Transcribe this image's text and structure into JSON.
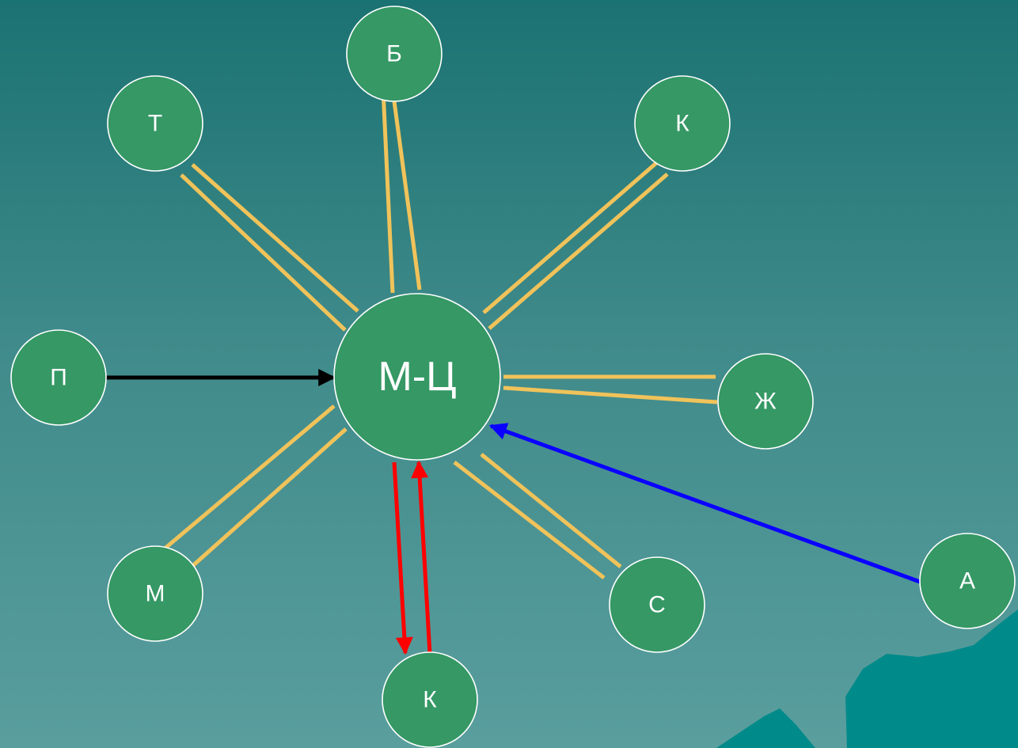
{
  "diagram": {
    "colors": {
      "node_fill": "#359865",
      "node_stroke": "#ffffff",
      "label": "#ffffff",
      "arrow_yellow": "#f0c35a",
      "arrow_black": "#000000",
      "arrow_red": "#ff0000",
      "arrow_blue": "#0a00ff",
      "decoration": "#008a8a"
    },
    "nodes": [
      {
        "id": "center",
        "label": "М-Ц"
      },
      {
        "id": "b",
        "label": "Б"
      },
      {
        "id": "t",
        "label": "Т"
      },
      {
        "id": "k_top",
        "label": "К"
      },
      {
        "id": "p",
        "label": "П"
      },
      {
        "id": "zh",
        "label": "Ж"
      },
      {
        "id": "m",
        "label": "М"
      },
      {
        "id": "s",
        "label": "С"
      },
      {
        "id": "a",
        "label": "А"
      },
      {
        "id": "k_bottom",
        "label": "К"
      }
    ],
    "edges": [
      {
        "from": "t",
        "to": "center",
        "color": "yellow"
      },
      {
        "from": "center",
        "to": "t",
        "color": "yellow"
      },
      {
        "from": "b",
        "to": "center",
        "color": "yellow"
      },
      {
        "from": "center",
        "to": "b",
        "color": "yellow"
      },
      {
        "from": "k_top",
        "to": "center",
        "color": "yellow"
      },
      {
        "from": "center",
        "to": "k_top",
        "color": "yellow"
      },
      {
        "from": "center",
        "to": "zh",
        "color": "yellow"
      },
      {
        "from": "zh",
        "to": "center",
        "color": "yellow"
      },
      {
        "from": "m",
        "to": "center",
        "color": "yellow"
      },
      {
        "from": "m",
        "to": "center",
        "color": "yellow"
      },
      {
        "from": "center",
        "to": "s",
        "color": "yellow"
      },
      {
        "from": "s",
        "to": "center",
        "color": "yellow"
      },
      {
        "from": "p",
        "to": "center",
        "color": "black"
      },
      {
        "from": "a",
        "to": "center",
        "color": "blue"
      },
      {
        "from": "center",
        "to": "k_bottom",
        "color": "red"
      },
      {
        "from": "k_bottom",
        "to": "center",
        "color": "red"
      }
    ]
  }
}
